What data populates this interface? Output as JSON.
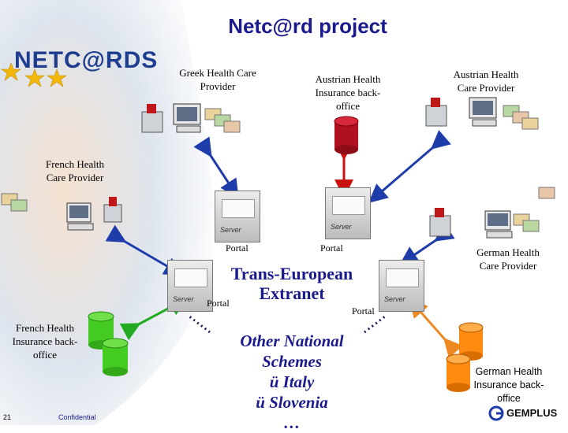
{
  "title": "Netc@rd project",
  "logo_text": "NETC@RDS",
  "nodes": {
    "greek_provider": "Greek Health Care  Provider",
    "austrian_insurance": "Austrian Health Insurance back-office",
    "austrian_provider": "Austrian Health Care  Provider",
    "french_provider": "French Health Care Provider",
    "french_insurance": "French Health Insurance back-office",
    "german_provider": "German Health Care Provider",
    "german_insurance": "German Health Insurance back-office"
  },
  "portal_label": "Portal",
  "server_label": "Server",
  "network_title": "Trans-European Extranet",
  "other_schemes": {
    "heading": "Other National Schemes",
    "items": [
      "ü Italy",
      "ü Slovenia"
    ],
    "more": "…"
  },
  "footer": {
    "page_number": "21",
    "confidential": "Confidential",
    "brand": "GEMPLUS"
  },
  "colors": {
    "title": "#1a1a8c",
    "arrow_blue": "#1e3caa",
    "arrow_red": "#cc1111",
    "arrow_green": "#22aa22",
    "arrow_orange": "#ee8822",
    "db_red": "#b01020",
    "db_green": "#44cc22",
    "db_orange": "#ff8a10"
  }
}
